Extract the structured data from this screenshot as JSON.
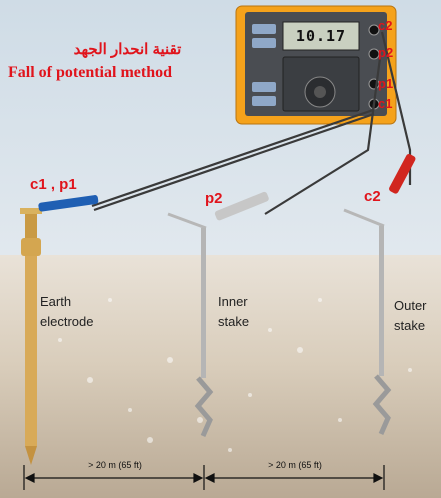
{
  "title_arabic": "تقنية انحدار الجهد",
  "title_english": "Fall of potential method",
  "meter": {
    "reading": "10.17",
    "terminals": [
      "c2",
      "p2",
      "p1",
      "c1"
    ],
    "accent": "#f5a21b"
  },
  "probe_labels": {
    "c1p1": "c1 , p1",
    "p2": "p2",
    "c2": "c2"
  },
  "stakes": {
    "earth": [
      "Earth",
      "electrode"
    ],
    "inner": [
      "Inner",
      "stake"
    ],
    "outer": [
      "Outer",
      "stake"
    ]
  },
  "distances": [
    "> 20 m (65 ft)",
    "> 20 m (65 ft)"
  ],
  "colors": {
    "label_red": "#e0141c",
    "plug_blue": "#1f5fb3",
    "plug_red": "#d1261f",
    "plug_grey": "#c7c7c7"
  }
}
